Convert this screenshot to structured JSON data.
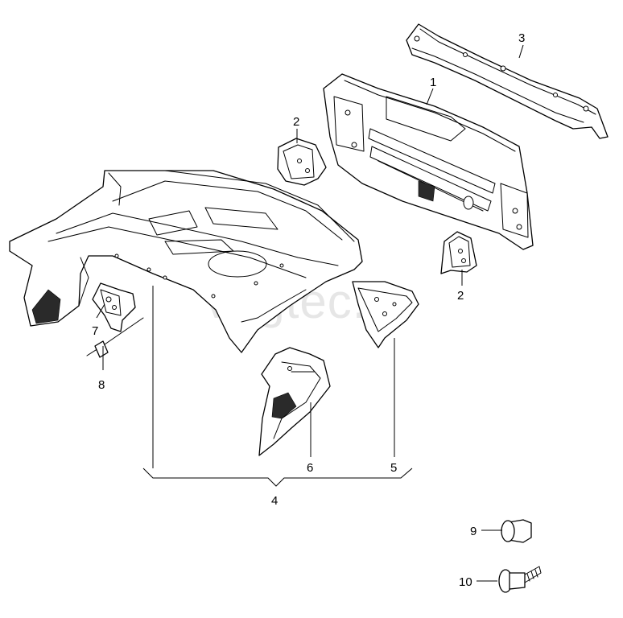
{
  "watermark": "vegtec.ru",
  "callouts": {
    "c1": "1",
    "c2a": "2",
    "c2b": "2",
    "c3": "3",
    "c4": "4",
    "c5": "5",
    "c6": "6",
    "c7": "7",
    "c8": "8",
    "c9": "9",
    "c10": "10"
  }
}
